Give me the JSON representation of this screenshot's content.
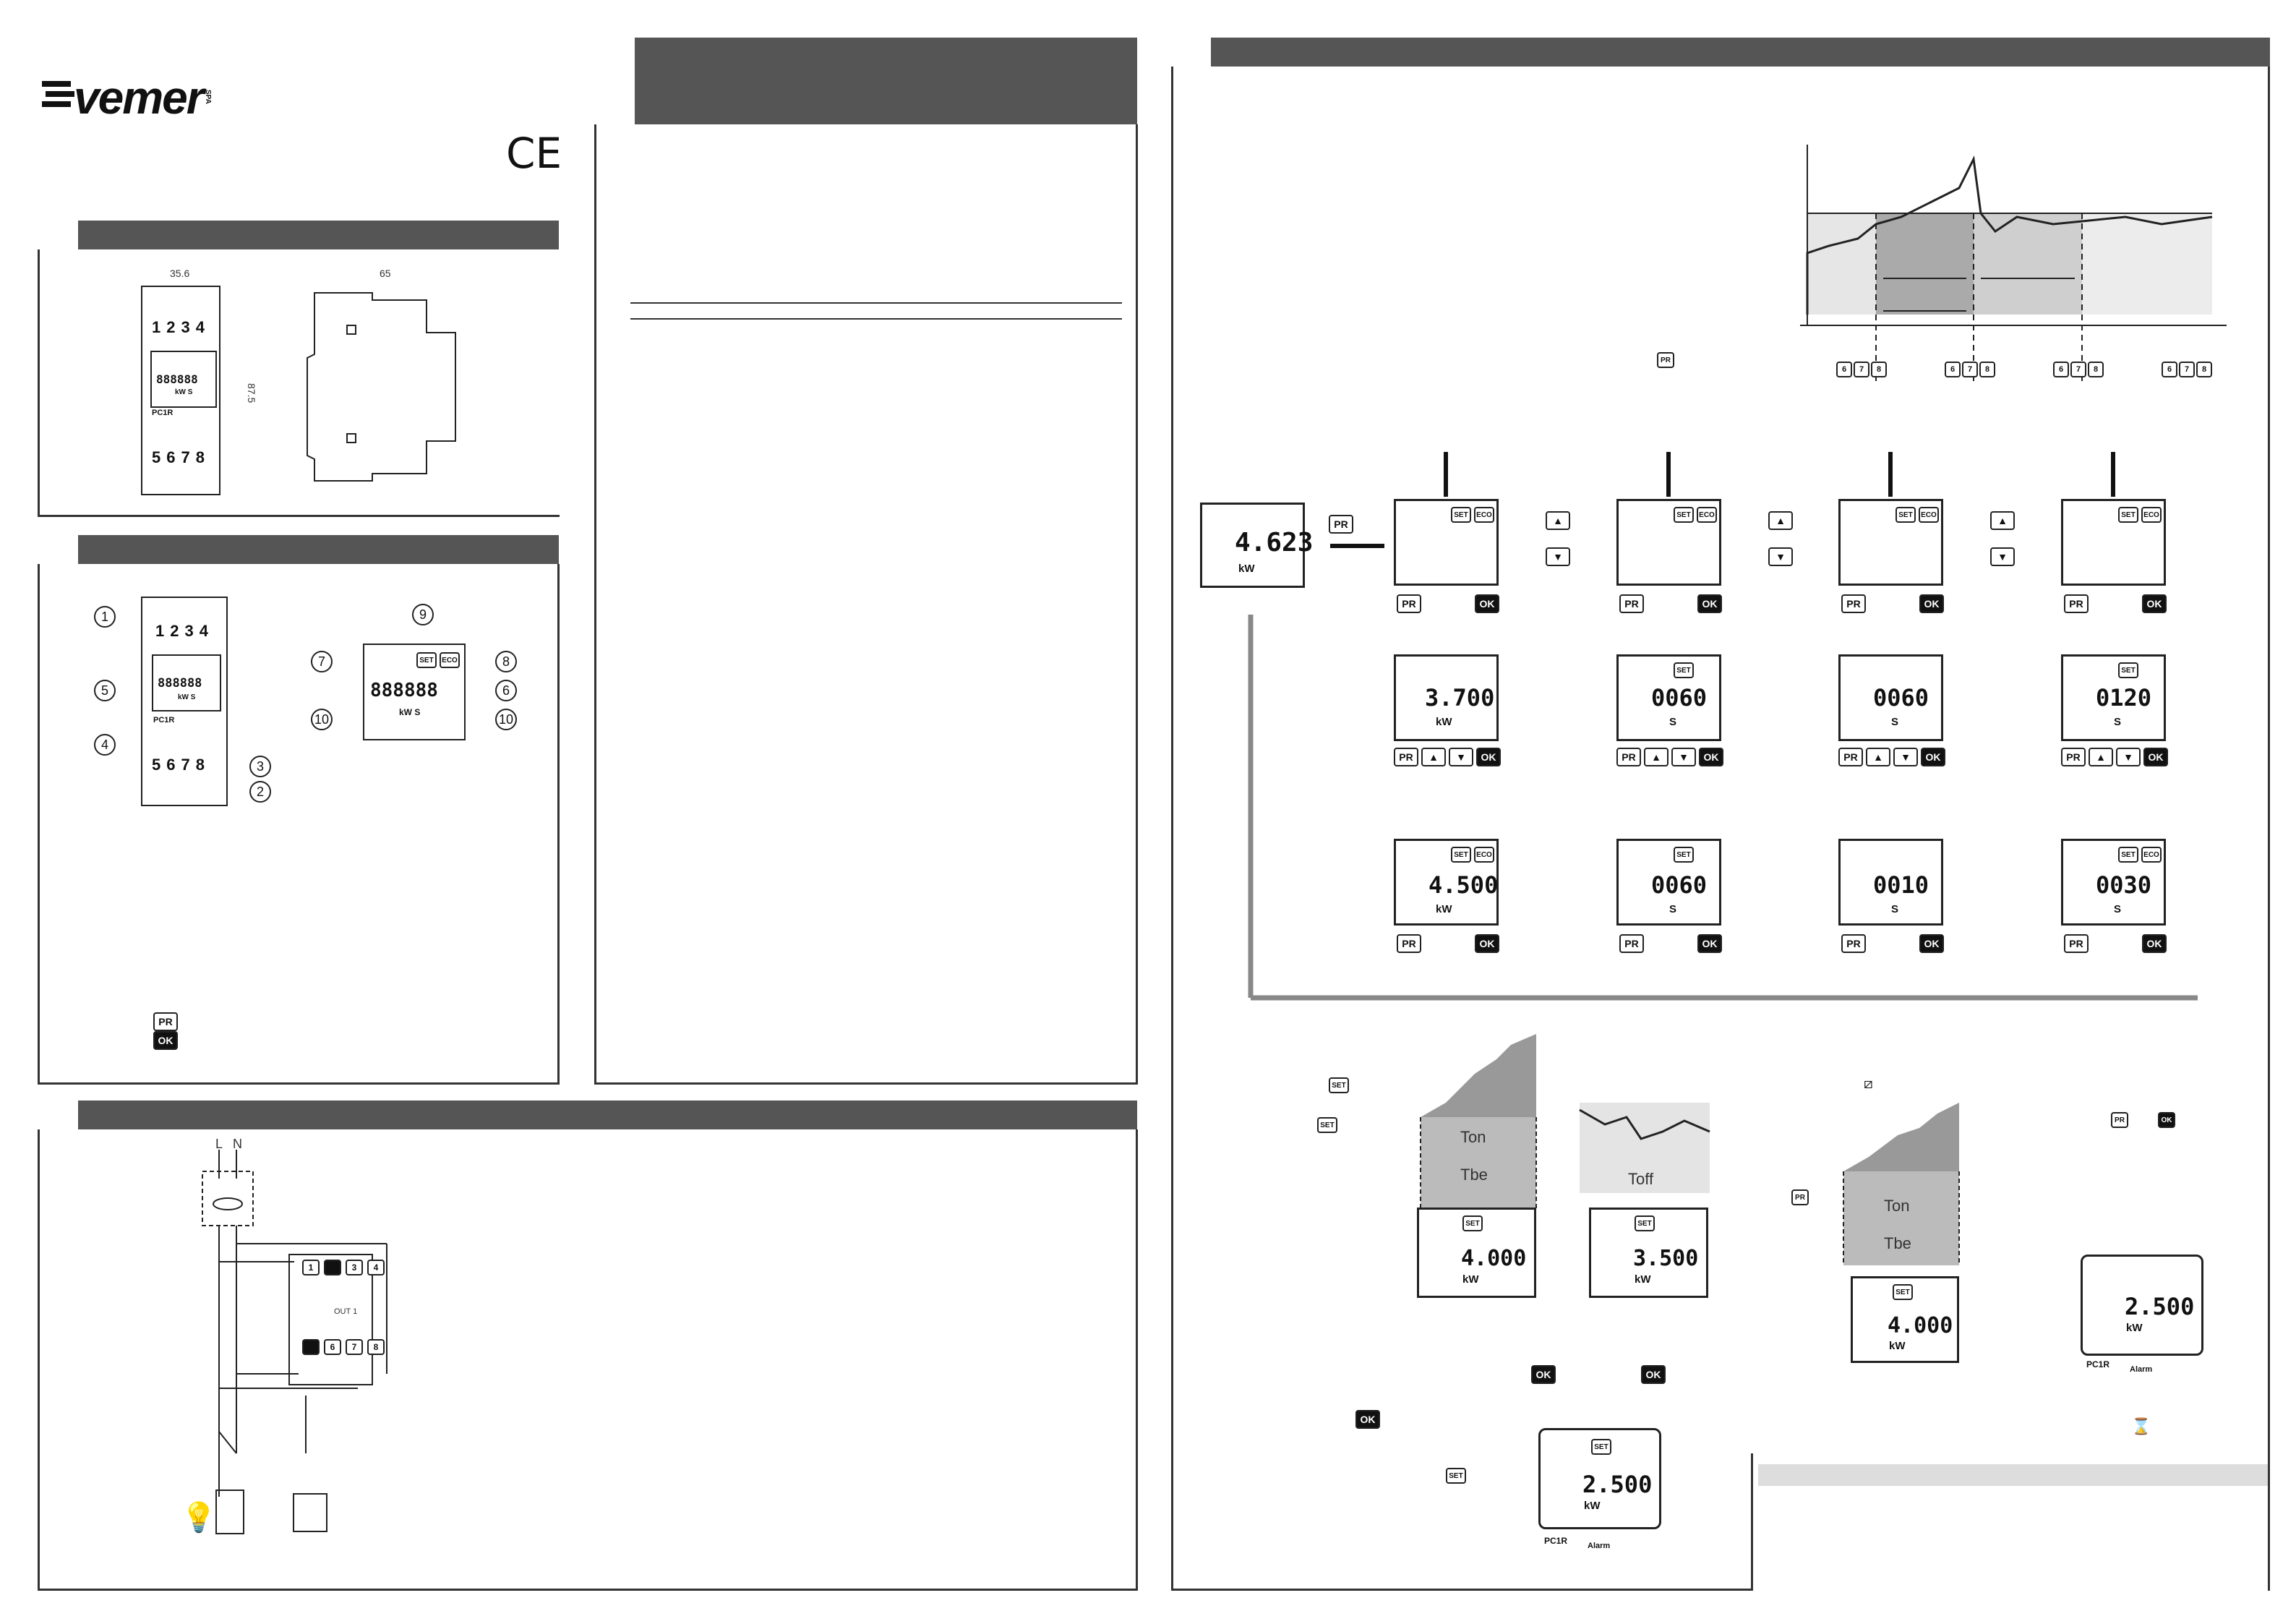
{
  "brand": {
    "name": "vemer",
    "suffix": "SPA",
    "mark": "CE"
  },
  "device": {
    "model": "PC1R",
    "alarm_label": "Alarm",
    "display_all": "888888",
    "units": "kW S"
  },
  "dimensions": {
    "width": "35.6",
    "depth": "65",
    "height": "87.5"
  },
  "terminals": {
    "top": [
      "1",
      "2",
      "3",
      "4"
    ],
    "bottom": [
      "5",
      "6",
      "7",
      "8"
    ],
    "relay": [
      "6",
      "7",
      "8"
    ]
  },
  "callouts": [
    "1",
    "2",
    "3",
    "4",
    "5",
    "6",
    "7",
    "8",
    "9",
    "10",
    "10"
  ],
  "keys": {
    "pr": "PR",
    "ok": "OK",
    "set": "SET",
    "eco": "ECO",
    "up": "▲",
    "down": "▼"
  },
  "wiring": {
    "line": "L",
    "neutral": "N",
    "out_label": "OUT 1",
    "terminals_top": [
      "1",
      "3",
      "4"
    ],
    "terminals_bottom": [
      "6",
      "7",
      "8"
    ]
  },
  "menu": {
    "start_value": "4.623",
    "start_unit": "kW",
    "columns": [
      {
        "edit_value": "3.700",
        "edit_unit": "kW",
        "result_value": "4.500",
        "result_unit": "kW"
      },
      {
        "edit_value": "0060",
        "edit_unit": "S",
        "result_value": "0060",
        "result_unit": "S"
      },
      {
        "edit_value": "0060",
        "edit_unit": "S",
        "result_value": "0010",
        "result_unit": "S"
      },
      {
        "edit_value": "0120",
        "edit_unit": "S",
        "result_value": "0030",
        "result_unit": "S"
      }
    ]
  },
  "timing": {
    "ton": "Ton",
    "tbe": "Tbe",
    "toff": "Toff"
  },
  "bottom_displays": {
    "left_value": "4.000",
    "left_unit": "kW",
    "mid_value": "3.500",
    "mid_unit": "kW",
    "result_value": "2.500",
    "result_unit": "kW",
    "right_value": "4.000",
    "right_unit": "kW",
    "right_result_value": "2.500",
    "right_result_unit": "kW"
  }
}
